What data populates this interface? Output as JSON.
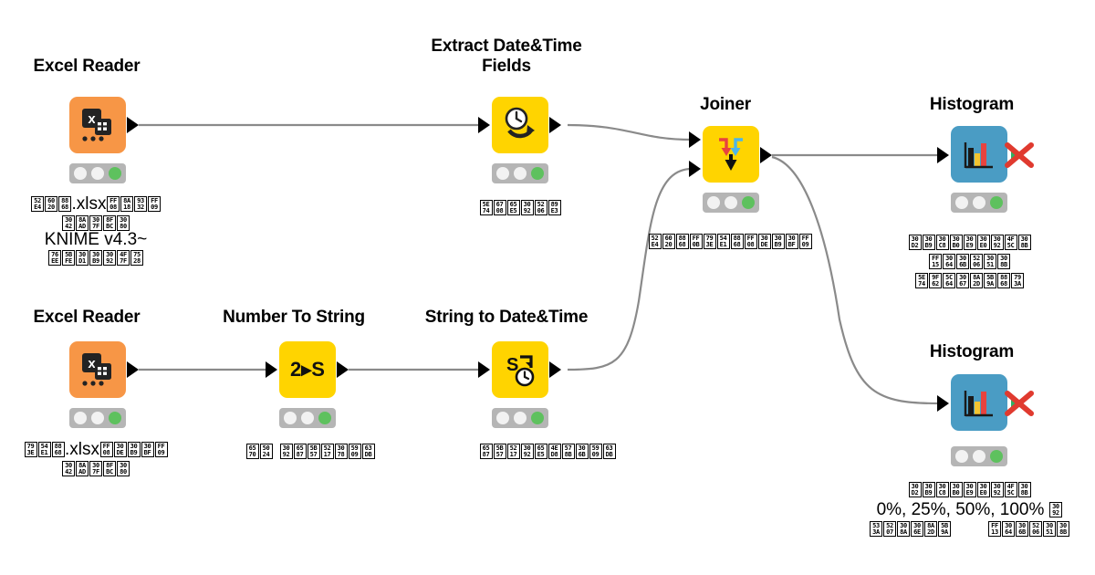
{
  "app": {
    "name": "KNIME Workflow Canvas",
    "background": "#ffffff"
  },
  "colors": {
    "reader_node": "#f79646",
    "manipulation_node": "#ffd400",
    "view_node": "#4a9cc4",
    "status_ok": "#5ec15e",
    "status_bar": "#b5b5b5",
    "connection": "#8a8a8a",
    "error_mark": "#e03a2f",
    "port": "#000000"
  },
  "nodes": [
    {
      "id": "excel-reader-1",
      "title": "Excel Reader",
      "icon": "excel-reader-icon",
      "color": "orange",
      "status": [
        "idle",
        "idle",
        "ok"
      ]
    },
    {
      "id": "extract-datetime",
      "title_line1": "Extract Date&Time",
      "title_line2": "Fields",
      "icon": "clock-extract-icon",
      "color": "yellow",
      "status": [
        "idle",
        "idle",
        "ok"
      ]
    },
    {
      "id": "joiner",
      "title": "Joiner",
      "icon": "joiner-arrows-icon",
      "color": "yellow",
      "status": [
        "idle",
        "idle",
        "ok"
      ]
    },
    {
      "id": "histogram-top",
      "title": "Histogram",
      "icon": "histogram-icon",
      "color": "blue",
      "status": [
        "idle",
        "idle",
        "ok"
      ],
      "error_mark": "red-x-icon"
    },
    {
      "id": "excel-reader-2",
      "title": "Excel Reader",
      "icon": "excel-reader-icon",
      "color": "orange",
      "status": [
        "idle",
        "idle",
        "ok"
      ]
    },
    {
      "id": "number-to-string",
      "title": "Number To String",
      "icon": "number-to-string-icon",
      "icon_text": "2▸S",
      "color": "yellow",
      "status": [
        "idle",
        "idle",
        "ok"
      ]
    },
    {
      "id": "string-to-datetime",
      "title": "String to Date&Time",
      "icon": "string-to-datetime-icon",
      "icon_text": "S↱",
      "color": "yellow",
      "status": [
        "idle",
        "idle",
        "ok"
      ]
    },
    {
      "id": "histogram-bottom",
      "title": "Histogram",
      "icon": "histogram-icon",
      "color": "blue",
      "status": [
        "idle",
        "idle",
        "ok"
      ],
      "error_mark": "red-x-icon"
    }
  ],
  "annotations": {
    "excel_reader_1": {
      "line1_tofu_a": [
        "52E4",
        "6020",
        "8868"
      ],
      "line1_latin": ".xlsx",
      "line1_tofu_b": [
        "FF08",
        "8A18",
        "9332",
        "FF09"
      ],
      "line2_tofu": [
        "3042",
        "8AAD",
        "307F",
        "8FBC",
        "3080"
      ],
      "line2_latin": "KNIME v4.3~",
      "line3_tofu": [
        "76EE",
        "5BFE",
        "30D1",
        "30B9",
        "3092",
        "4F7F",
        "7528"
      ]
    },
    "extract_datetime": {
      "line1_tofu": [
        "5E74",
        "6708",
        "65E5",
        "3092",
        "5206",
        "89E3"
      ]
    },
    "joiner": {
      "line1_tofu_a": [
        "52E4",
        "6020",
        "8868"
      ],
      "line1_plus": [
        "FF0B"
      ],
      "line1_tofu_b": [
        "793E",
        "54E1",
        "8868"
      ],
      "line1_tofu_c": [
        "FF08",
        "30DE",
        "30B9",
        "30BF",
        "FF09"
      ]
    },
    "histogram_top": {
      "line1_tofu": [
        "30D2",
        "30B9",
        "30C8",
        "30B0",
        "30E9",
        "30E0",
        "3092",
        "4F5C",
        "308B"
      ],
      "line2_tofu": [
        "FF15",
        "3064",
        "306B",
        "5206",
        "3051",
        "308B"
      ],
      "line3_tofu": [
        "5E74",
        "9F62",
        "5C64",
        "3067",
        "8A2D",
        "5B9A",
        "8868",
        "793A"
      ]
    },
    "excel_reader_2": {
      "line1_tofu_a": [
        "793E",
        "54E1",
        "8868"
      ],
      "line1_latin": ".xlsx",
      "line1_tofu_b": [
        "FF08",
        "30DE",
        "30B9",
        "30BF",
        "FF09"
      ],
      "line2_tofu": [
        "3042",
        "8AAD",
        "307F",
        "8FBC",
        "3080"
      ]
    },
    "number_to_string": {
      "line1_tofu_a": [
        "6570",
        "5024"
      ],
      "line1_tofu_b": [
        "3092",
        "6587",
        "5B57",
        "5217",
        "3078",
        "5909",
        "63DB"
      ]
    },
    "string_to_datetime": {
      "line1_tofu": [
        "6587",
        "5B57",
        "5217",
        "3092",
        "65E5",
        "4ED8",
        "578B",
        "306B",
        "5909",
        "63DB"
      ]
    },
    "histogram_bottom": {
      "line1_tofu": [
        "30D2",
        "30B9",
        "30C8",
        "30B0",
        "30E9",
        "30E0",
        "3092",
        "4F5C",
        "308B"
      ],
      "line2_latin": "0%, 25%, 50%, 100%",
      "line2_tofu": [
        "3092"
      ],
      "line3_tofu_a": [
        "533A",
        "5207",
        "308A",
        "306E",
        "8A2D",
        "5B9A"
      ],
      "line3_tofu_b": [
        "FF13",
        "3064",
        "306B",
        "5206",
        "3051",
        "308B"
      ]
    }
  }
}
